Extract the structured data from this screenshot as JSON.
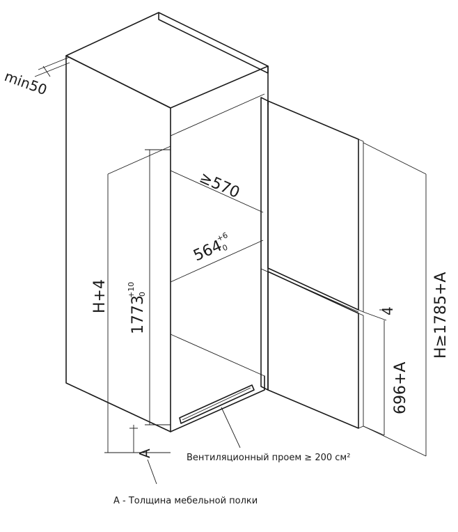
{
  "diagram": {
    "dimensions": {
      "min_gap": "min50",
      "depth_min": "≥570",
      "inner_depth": "564",
      "inner_depth_tol_upper": "+6",
      "inner_depth_tol_lower": "0",
      "niche_height": "1773",
      "niche_height_tol_upper": "+10",
      "niche_height_tol_lower": "0",
      "total_height": "H+4",
      "cabinet_height": "H≥1785+A",
      "gap_doors": "4",
      "lower_door": "696+A",
      "shelf_label": "A"
    },
    "notes": {
      "ventilation": "Вентиляционный проем ≥ 200 см²",
      "legend": "A - Толщина мебельной полки"
    }
  }
}
